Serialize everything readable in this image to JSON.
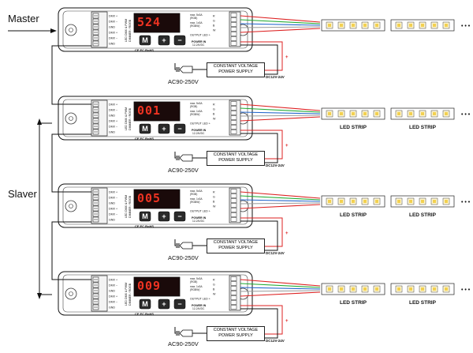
{
  "labels": {
    "master": "Master",
    "slaver": "Slaver"
  },
  "controllers": [
    {
      "display": "524"
    },
    {
      "display": "001"
    },
    {
      "display": "005"
    },
    {
      "display": "009"
    }
  ],
  "controller_text": {
    "title_line1": "LED DMX & PWM",
    "title_line2": "DIMMER / ROGB",
    "buttons": [
      "M",
      "+",
      "−"
    ],
    "certs": "CE FC RoHS",
    "dmx_pins": [
      "DMX +",
      "DMX −",
      "GND",
      "DMX +",
      "DMX −",
      "GND"
    ],
    "output_pins": [
      "R",
      "G",
      "B",
      "W",
      "OUTPUT LED +"
    ],
    "power_in": "POWER IN",
    "power_in_voltage": "12-24VDC",
    "max_rating_1": "max. 5x3A",
    "max_rating_1_sub": "(RGB)",
    "max_rating_2": "max. 1x3A",
    "max_rating_2_sub": "(RGBW)"
  },
  "psu": {
    "line1": "CONSTANT VOLTAGE",
    "line2": "POWER SUPPLY",
    "dc": "DC12V-24V",
    "ac": "AC90-250V",
    "plus": "+",
    "minus": "−"
  },
  "strip_label": "LED STRIP",
  "ellipsis": "• • •",
  "colors": {
    "display_red": "#e32",
    "wire_red": "#d22",
    "wire_green": "#2a3",
    "wire_blue": "#26c",
    "wire_white": "#999"
  }
}
